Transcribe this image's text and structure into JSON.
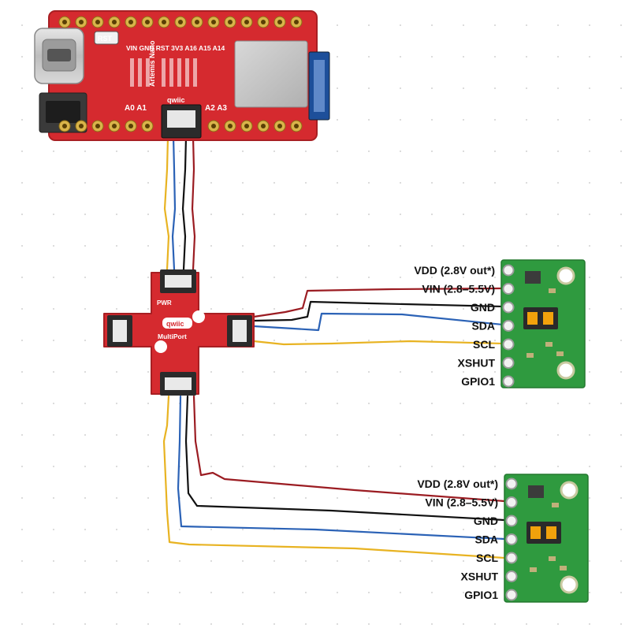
{
  "colors": {
    "wire_red": "#9b1c22",
    "wire_black": "#111111",
    "wire_blue": "#2b62b6",
    "wire_yellow": "#e8b322",
    "pcb_red": "#d52a2f",
    "sensor_green": "#2f9a3f"
  },
  "microcontroller": {
    "button_label": "RST",
    "top_pins": "VIN GND RST 3V3 A16 A15 A14",
    "bottom_pins_left": "A0 A1",
    "bottom_pins_right": "A2 A3",
    "connector_label": "qwiic",
    "board_name": "Artemis Nano",
    "chip_icon": "ble-module-icon"
  },
  "hub": {
    "logo": "qwiic",
    "name": "MultiPort",
    "power_label": "PWR"
  },
  "sensors": [
    {
      "id": "sensor-1",
      "pins": [
        "VDD (2.8V out*)",
        "VIN (2.8–5.5V)",
        "GND",
        "SDA",
        "SCL",
        "XSHUT",
        "GPIO1"
      ]
    },
    {
      "id": "sensor-2",
      "pins": [
        "VDD (2.8V out*)",
        "VIN (2.8–5.5V)",
        "GND",
        "SDA",
        "SCL",
        "XSHUT",
        "GPIO1"
      ]
    }
  ]
}
